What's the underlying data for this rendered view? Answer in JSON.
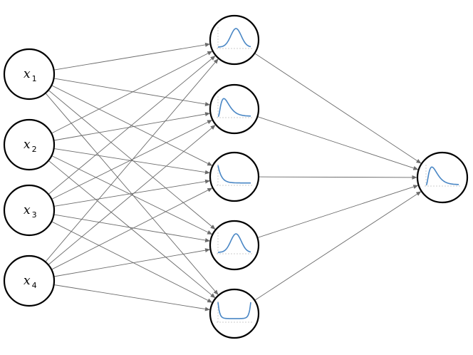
{
  "colors": {
    "curve": "#4a87c5",
    "edge": "#6b6b6b",
    "node_stroke": "#000000"
  },
  "inputs": [
    {
      "var": "x",
      "sub": "1"
    },
    {
      "var": "x",
      "sub": "2"
    },
    {
      "var": "x",
      "sub": "3"
    },
    {
      "var": "x",
      "sub": "4"
    }
  ],
  "hidden": [
    {
      "distribution": "bell-shaped"
    },
    {
      "distribution": "right-skewed"
    },
    {
      "distribution": "decaying"
    },
    {
      "distribution": "bell-shaped"
    },
    {
      "distribution": "u-shaped"
    }
  ],
  "output": {
    "distribution": "right-skewed"
  }
}
